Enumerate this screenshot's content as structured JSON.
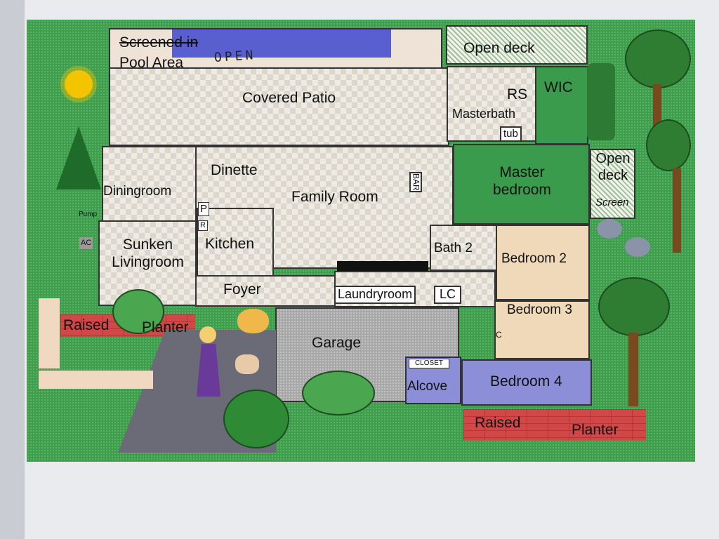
{
  "labels": {
    "screened_in": "Screened in",
    "pool_area": "Pool Area",
    "open_handwritten": "OPEN",
    "open_deck_top": "Open deck",
    "covered_patio": "Covered Patio",
    "rs": "RS",
    "masterbath": "Masterbath",
    "tub": "tub",
    "wic": "WIC",
    "dinette": "Dinette",
    "diningroom": "Diningroom",
    "family_room": "Family Room",
    "bar": "BAR",
    "master_bedroom": "Master bedroom",
    "open_deck_side": "Open deck",
    "screen_handwritten": "Screen",
    "pump": "Pump",
    "ac": "AC",
    "p": "P",
    "r": "R",
    "sunken_livingroom": "Sunken Livingroom",
    "kitchen": "Kitchen",
    "bath2": "Bath 2",
    "bedroom2": "Bedroom 2",
    "foyer": "Foyer",
    "laundryroom": "Laundryroom",
    "lc": "LC",
    "bedroom3": "Bedroom 3",
    "raised_planter_left_1": "Raised",
    "raised_planter_left_2": "Planter",
    "garage": "Garage",
    "closet": "CLOSET",
    "alcove": "Alcove",
    "bedroom4": "Bedroom 4",
    "raised_planter_right_1": "Raised",
    "raised_planter_right_2": "Planter",
    "c": "C"
  },
  "colors": {
    "lawn": "#3f9e4e",
    "master": "#3a9b4c",
    "bedroom": "#efd9b8",
    "bedroom4": "#8c8fd8",
    "pool": "#5a5fd0",
    "planter": "#d04848"
  }
}
